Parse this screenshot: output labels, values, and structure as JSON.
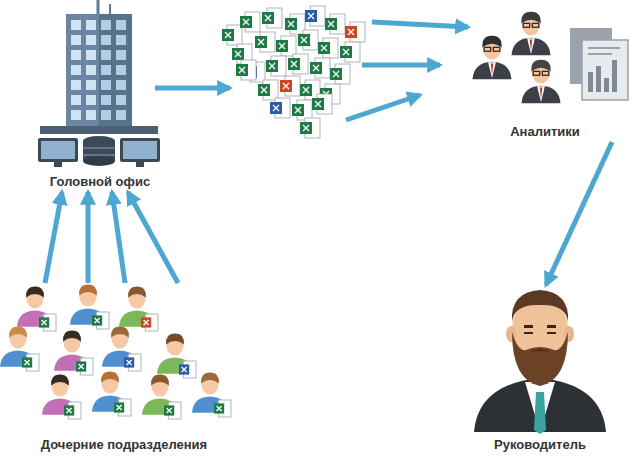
{
  "diagram": {
    "nodes": [
      {
        "text": [
          "Головной офис"
        ]
      },
      {
        "text": [
          "Аналитики"
        ]
      },
      {
        "text": [
          "Дочерние подразделения"
        ]
      },
      {
        "text": [
          "Руководитель"
        ]
      }
    ],
    "edges": [
      {
        "from": 2,
        "to": 0,
        "arrow": "to"
      },
      {
        "from": 2,
        "to": 0,
        "arrow": "to"
      },
      {
        "from": 2,
        "to": 0,
        "arrow": "to"
      },
      {
        "from": 2,
        "to": 0,
        "arrow": "to"
      },
      {
        "from": 1,
        "to": 3,
        "arrow": "to"
      }
    ]
  }
}
